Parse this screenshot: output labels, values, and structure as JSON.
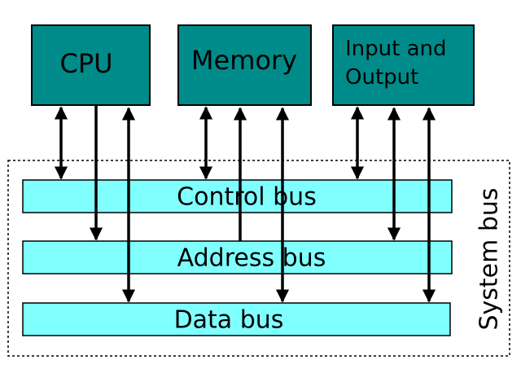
{
  "colors": {
    "component_fill": "#008b8b",
    "bus_fill": "#80ffff",
    "stroke": "#000000",
    "background": "#ffffff"
  },
  "components": {
    "cpu": "CPU",
    "memory": "Memory",
    "io_line1": "Input and",
    "io_line2": "Output"
  },
  "buses": {
    "control": "Control bus",
    "address": "Address bus",
    "data": "Data bus"
  },
  "system_bus_label": "System bus"
}
